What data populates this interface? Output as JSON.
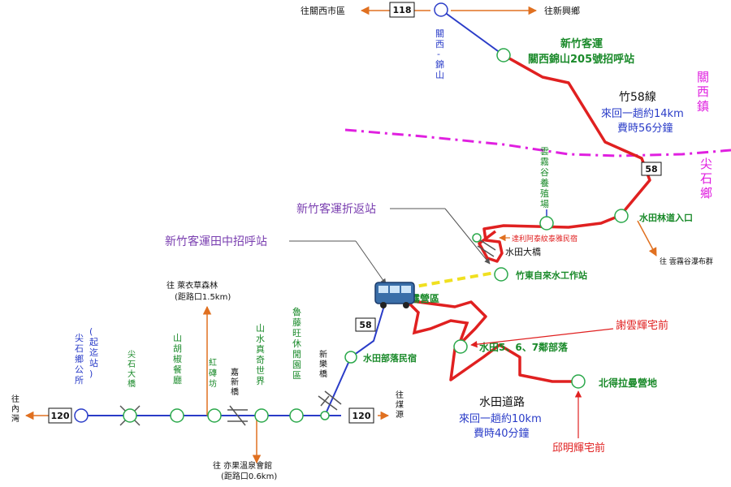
{
  "roads": {
    "route_118": "118",
    "route_58_north": "58",
    "route_58_south": "58",
    "route_120_west": "120",
    "route_120_east": "120"
  },
  "directions": {
    "to_guanxi_city": "往關西市區",
    "to_xinxing": "往新興鄉",
    "to_neiwan": [
      "往",
      "內",
      "灣"
    ],
    "to_mupi": [
      "往",
      "煤",
      "源"
    ],
    "to_yunlan": "往 雲霧谷瀑布群",
    "to_laiyi": [
      "往 萊衣草森林",
      "(距路口1.5km)"
    ],
    "to_shuitian": [
      "往 亦果溫泉會館",
      "(距路口0.6km)"
    ]
  },
  "stops": {
    "guanxi_jinshan_vertical": [
      "關",
      "西",
      "-",
      "錦",
      "山"
    ],
    "hsinchu_bus_stop": [
      "新竹客運",
      "關西錦山205號招呼站"
    ],
    "route_line_title": "竹58線",
    "route_line_info": [
      "來回一趟約14km",
      "費時56分鐘"
    ],
    "guanxi_town": [
      "關",
      "西",
      "鎮"
    ],
    "jianshi_town": [
      "尖",
      "石",
      "鄉"
    ],
    "cloud_valley_farm": [
      "雲",
      "霧",
      "谷",
      "養",
      "殖",
      "場"
    ],
    "shuitian_forest": "水田林道入口",
    "terminal_stop": "新竹客運折返站",
    "tianzhong_stop": "新竹客運田中招呼站",
    "daliren_bnb": "達利阿泰紋泰雅民宿",
    "shuitian_bridge": "水田大橋",
    "water_plant": "竹東自來水工作站",
    "camp_area": "霧營區",
    "tribe_bnb": "水田部落民宿",
    "shuitian_tribe": "水田5、6、7鄰部落",
    "beide_camp": "北得拉曼營地",
    "xie_house": "謝雲輝宅前",
    "zhao_house": "邱明輝宅前",
    "road_name": "水田道路",
    "road_info": [
      "來回一趟約10km",
      "費時40分鐘"
    ]
  },
  "bottom_stops": {
    "jianshi_office": [
      "尖",
      "石",
      "鄉",
      "公",
      "所"
    ],
    "jianshi_office_note": [
      "(",
      "起",
      "迄",
      "站",
      ")"
    ],
    "jianshi_bridge": [
      "尖",
      "石",
      "大",
      "橋"
    ],
    "shanhu_restaurant": [
      "山",
      "胡",
      "椒",
      "餐",
      "廳"
    ],
    "hongzhuan_fang": [
      "紅",
      "磚",
      "坊"
    ],
    "jiaxin_bridge": [
      "嘉",
      "新",
      "橋"
    ],
    "shanshui_world": [
      "山",
      "水",
      "真",
      "奇",
      "世",
      "界"
    ],
    "lujixing_leisure": [
      "魯",
      "藤",
      "旺",
      "休",
      "閒",
      "園",
      "區"
    ],
    "xinle_bridge": [
      "新",
      "樂",
      "橋"
    ]
  },
  "colors": {
    "red_route": "#e02020",
    "blue_route": "#2a3cc8",
    "boundary": "#e020e0",
    "stop_fill": "#ffffff",
    "stop_stroke": "#2aa84a",
    "yellow_dash": "#f0e020",
    "orange_arrow": "#e07020"
  }
}
